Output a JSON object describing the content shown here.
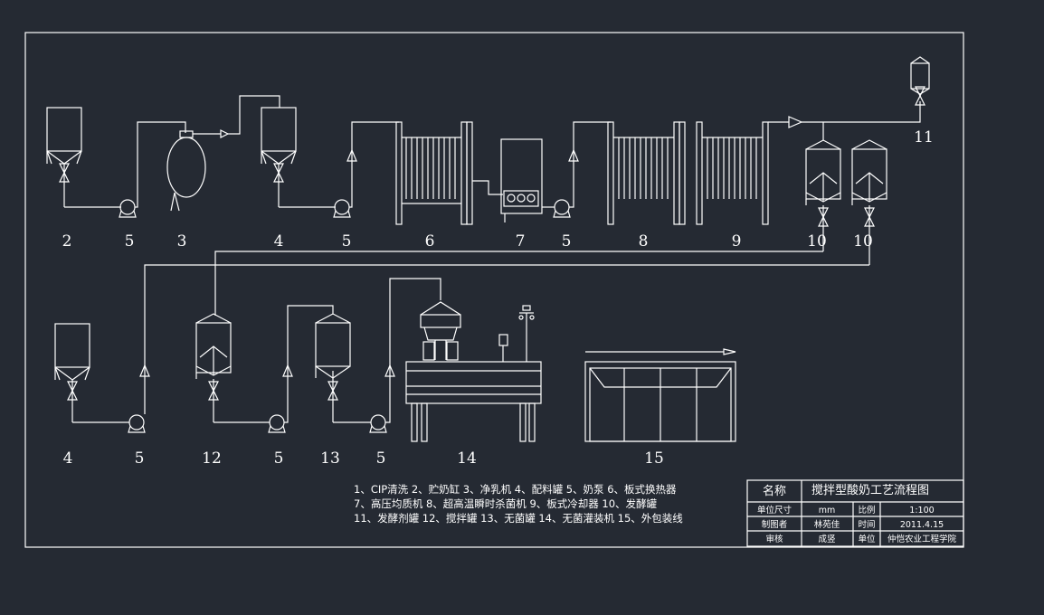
{
  "labels": {
    "row1": [
      "2",
      "5",
      "3",
      "4",
      "5",
      "6",
      "7",
      "5",
      "8",
      "9",
      "10",
      "10",
      "11"
    ],
    "row2": [
      "4",
      "5",
      "12",
      "5",
      "13",
      "5",
      "14",
      "15"
    ]
  },
  "legend": [
    "1、CIP清洗 2、贮奶缸 3、净乳机 4、配料罐 5、奶泵 6、板式换热器",
    "7、高压均质机 8、超高温瞬时杀菌机 9、板式冷却器 10、发酵罐",
    "11、发酵剂罐 12、搅拌罐 13、无菌罐 14、无菌灌装机 15、外包装线"
  ],
  "title_block": {
    "name_label": "名称",
    "title": "搅拌型酸奶工艺流程图",
    "unit_label": "单位尺寸",
    "unit_value": "mm",
    "scale_label": "比例",
    "scale_value": "1:100",
    "drafter_label": "制图者",
    "drafter_value": "林苑佳",
    "date_label": "时间",
    "date_value": "2011.4.15",
    "reviewer_label": "审核",
    "reviewer_value": "成竖",
    "org_label": "单位",
    "org_value": "仲恺农业工程学院"
  },
  "colors": {
    "background": "#252a33",
    "lines": "#ffffff"
  }
}
